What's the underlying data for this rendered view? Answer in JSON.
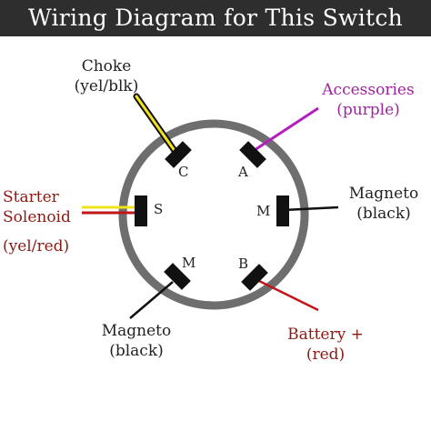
{
  "title": "Wiring Diagram for This Switch",
  "colors": {
    "banner_bg": "#2e2e2e",
    "ring": "#6e6e6e",
    "terminal": "#111111",
    "wire_black": "#111111",
    "wire_yellow": "#f2e21b",
    "wire_red": "#c0161b",
    "wire_purple": "#b41dbf",
    "label_black": "#222222",
    "label_red": "#8b1a12",
    "label_purple": "#a0239e"
  },
  "terminals": [
    "C",
    "A",
    "S",
    "M",
    "M",
    "B"
  ],
  "labels": {
    "choke": [
      "Choke",
      "(yel/blk)"
    ],
    "accessories": [
      "Accessories",
      "(purple)"
    ],
    "starter": [
      "Starter",
      "Solenoid",
      "(yel/red)"
    ],
    "magneto_right": [
      "Magneto",
      "(black)"
    ],
    "magneto_bottom": [
      "Magneto",
      "(black)"
    ],
    "battery": [
      "Battery +",
      "(red)"
    ]
  }
}
